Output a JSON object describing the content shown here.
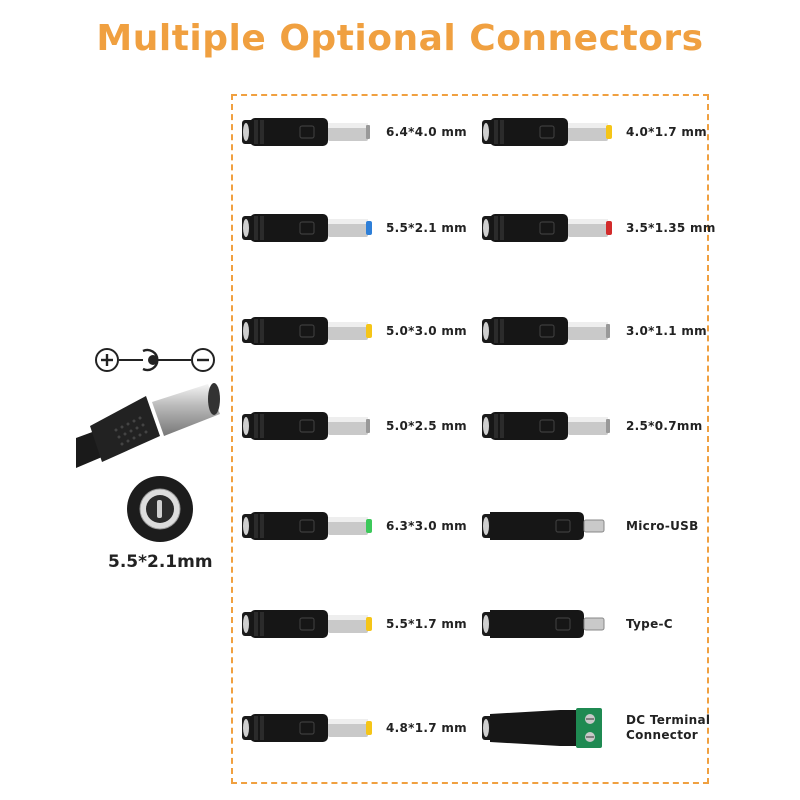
{
  "title": "Multiple Optional Connectors",
  "colors": {
    "accent": "#F0A040",
    "tip_yellow": "#F5C518",
    "tip_blue": "#2E7FD8",
    "tip_red": "#D22B2B",
    "tip_green": "#3CC85A"
  },
  "main_plug": {
    "label": "5.5*2.1mm",
    "polarity_icons": [
      "plus-icon",
      "center-pin-icon",
      "minus-icon"
    ]
  },
  "left_connectors": [
    {
      "label": "6.4*4.0 mm",
      "tip": "none"
    },
    {
      "label": "5.5*2.1 mm",
      "tip": "blue"
    },
    {
      "label": "5.0*3.0 mm",
      "tip": "yellow"
    },
    {
      "label": "5.0*2.5 mm",
      "tip": "none"
    },
    {
      "label": "6.3*3.0 mm",
      "tip": "green"
    },
    {
      "label": "5.5*1.7 mm",
      "tip": "yellow"
    },
    {
      "label": "4.8*1.7 mm",
      "tip": "yellow"
    }
  ],
  "right_connectors": [
    {
      "label": "4.0*1.7 mm",
      "tip": "yellow"
    },
    {
      "label": "3.5*1.35 mm",
      "tip": "red"
    },
    {
      "label": "3.0*1.1 mm",
      "tip": "none"
    },
    {
      "label": "2.5*0.7mm",
      "tip": "none"
    },
    {
      "label": "Micro-USB",
      "tip": "usb"
    },
    {
      "label": "Type-C",
      "tip": "usb"
    },
    {
      "label": "DC Terminal Connector",
      "tip": "terminal"
    }
  ]
}
